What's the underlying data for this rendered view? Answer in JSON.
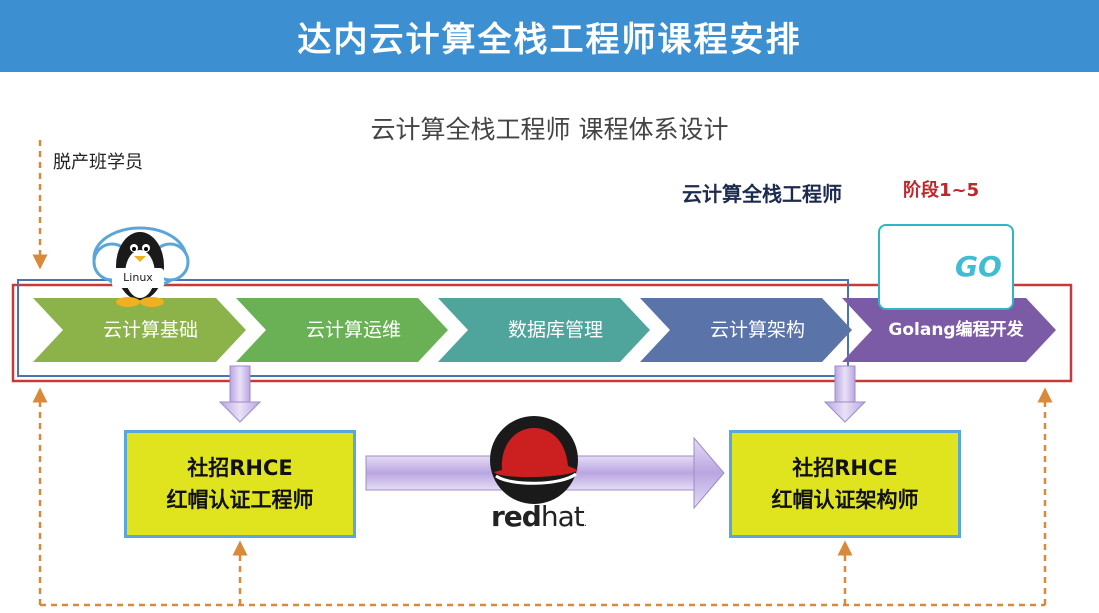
{
  "header": {
    "title": "达内云计算全栈工程师课程安排"
  },
  "subtitle": "云计算全栈工程师 课程体系设计",
  "student_label": "脱产班学员",
  "track": {
    "title": "云计算全栈工程师",
    "stage": "阶段1~5"
  },
  "steps": [
    {
      "label": "云计算基础",
      "color": "#8cb24a"
    },
    {
      "label": "云计算运维",
      "color": "#6ab156"
    },
    {
      "label": "数据库管理",
      "color": "#4fa49b"
    },
    {
      "label": "云计算架构",
      "color": "#5a73a8"
    },
    {
      "label": "Golang编程开发",
      "color": "#7b5ba6"
    }
  ],
  "certs": [
    {
      "line1": "社招RHCE",
      "line2": "红帽认证工程师"
    },
    {
      "line1": "社招RHCE",
      "line2": "红帽认证架构师"
    }
  ],
  "logos": {
    "linux": {
      "badge": "Linux",
      "icon": "linux-penguin-icon"
    },
    "go": {
      "text": "GO",
      "icon": "go-gopher-icon"
    },
    "redhat": {
      "text_bold": "red",
      "text_light": "hat",
      "icon": "redhat-logo-icon"
    }
  },
  "colors": {
    "header_bg": "#3c8fd1",
    "dashed_arrow": "#d9893a",
    "outer_frame": "#c73a3a",
    "inner_frame": "#4b72b5",
    "cert_fill": "#dfe41e",
    "down_arrow": "#c8b8e6"
  }
}
